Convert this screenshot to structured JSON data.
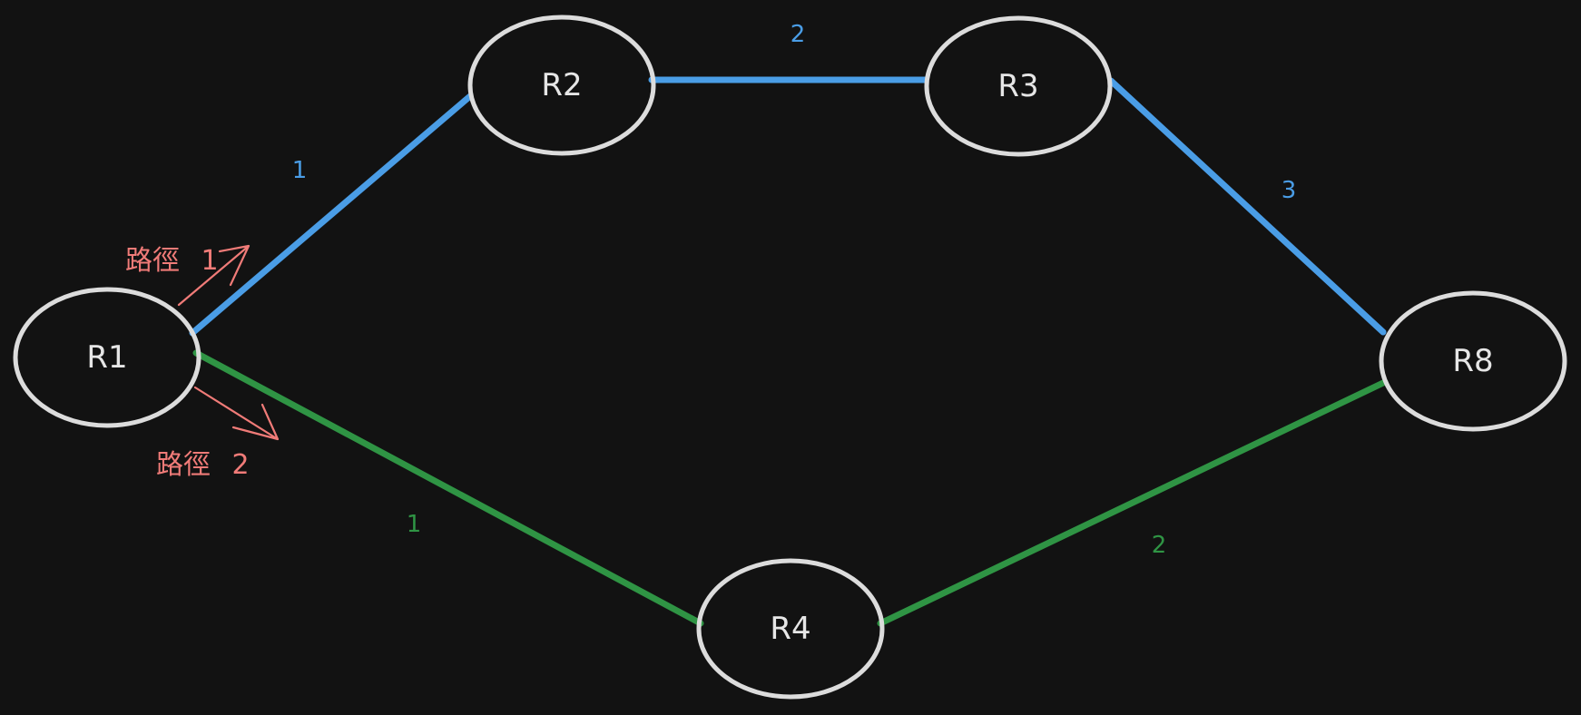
{
  "colors": {
    "background": "#121212",
    "node_stroke": "#dcdcdc",
    "node_text": "#e6e6e6",
    "path_1": "#4a9de6",
    "path_2": "#2f9444",
    "annotation": "#f07b78"
  },
  "nodes": [
    {
      "id": "R1",
      "label": "R1"
    },
    {
      "id": "R2",
      "label": "R2"
    },
    {
      "id": "R3",
      "label": "R3"
    },
    {
      "id": "R8",
      "label": "R8"
    },
    {
      "id": "R4",
      "label": "R4"
    }
  ],
  "edges": [
    {
      "id": "r1-r2",
      "from": "R1",
      "to": "R2",
      "weight": "1",
      "path": "path_1"
    },
    {
      "id": "r2-r3",
      "from": "R2",
      "to": "R3",
      "weight": "2",
      "path": "path_1"
    },
    {
      "id": "r3-r8",
      "from": "R3",
      "to": "R8",
      "weight": "3",
      "path": "path_1"
    },
    {
      "id": "r1-r4",
      "from": "R1",
      "to": "R4",
      "weight": "1",
      "path": "path_2"
    },
    {
      "id": "r4-r8",
      "from": "R4",
      "to": "R8",
      "weight": "2",
      "path": "path_2"
    }
  ],
  "annotations": {
    "path_1": {
      "label": "路徑",
      "number": "1"
    },
    "path_2": {
      "label": "路徑",
      "number": "2"
    }
  }
}
